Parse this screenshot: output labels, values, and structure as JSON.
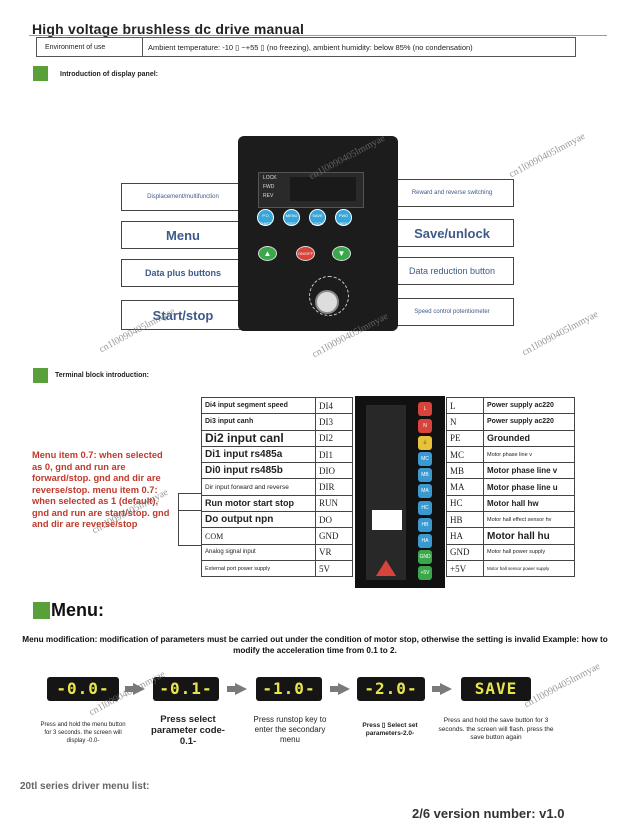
{
  "header": {
    "title": "High voltage brushless dc drive manual",
    "env_label": "Environment of use",
    "env_value": "Ambient temperature: -10 ▯ ~+55 ▯ (no freezing), ambient humidity: below 85% (no condensation)"
  },
  "display_section": {
    "heading": "Introduction of display panel:",
    "callouts_left": [
      "Displacement/multifunction",
      "Menu",
      "Data plus buttons",
      "Start/stop"
    ],
    "callouts_right": [
      "Reward and reverse switching",
      "Save/unlock",
      "Data reduction button",
      "Speed control potentiometer"
    ],
    "panel": {
      "indicators": [
        "LOCK",
        "FWD",
        "REV"
      ],
      "buttons_top": [
        "P.O SHIFT",
        "MENU ESC",
        "SAVE LOCK",
        "FWD REV"
      ],
      "button_up": "▲",
      "button_stop": "ON/OFF",
      "button_down": "▼"
    }
  },
  "terminal_section": {
    "heading": "Terminal block introduction:",
    "left_rows": [
      {
        "desc": "Di4 input segment speed",
        "code": "DI4"
      },
      {
        "desc": "Di3 input canh",
        "code": "DI3"
      },
      {
        "desc": "Di2 input canl",
        "code": "DI2"
      },
      {
        "desc": "Di1 input rs485a",
        "code": "DI1"
      },
      {
        "desc": "Di0 input rs485b",
        "code": "DIO"
      },
      {
        "desc": "Dir input forward and reverse",
        "code": "DIR"
      },
      {
        "desc": "Run motor start stop",
        "code": "RUN"
      },
      {
        "desc": "Do output npn",
        "code": "DO"
      },
      {
        "desc": "COM",
        "code": "GND"
      },
      {
        "desc": "Analog signal input",
        "code": "VR"
      },
      {
        "desc": "External port power supply",
        "code": "5V"
      }
    ],
    "right_rows": [
      {
        "code": "L",
        "desc": "Power supply ac220"
      },
      {
        "code": "N",
        "desc": "Power supply ac220"
      },
      {
        "code": "PE",
        "desc": "Grounded"
      },
      {
        "code": "MC",
        "desc": "Motor phase line v"
      },
      {
        "code": "MB",
        "desc": "Motor phase line v"
      },
      {
        "code": "MA",
        "desc": "Motor phase line u"
      },
      {
        "code": "HC",
        "desc": "Motor hall hw"
      },
      {
        "code": "HB",
        "desc": "Motor hall effect sensor hv"
      },
      {
        "code": "HA",
        "desc": "Motor hall hu"
      },
      {
        "code": "GND",
        "desc": "Motor hall power supply"
      },
      {
        "code": "+5V",
        "desc": "Motor hall sensor power supply"
      }
    ],
    "terminal_labels": [
      "L",
      "N",
      "⏚",
      "MC",
      "MB",
      "MA",
      "HC",
      "HB",
      "HA",
      "GND",
      "+5V"
    ],
    "note": "Menu item 0.7: when selected as 0, gnd and run are forward/stop. gnd and dir are reverse/stop. menu item 0.7: when selected as 1 (default), gnd and run are start/stop. gnd and dir are reverse/stop"
  },
  "menu_section": {
    "heading": "Menu:",
    "description": "Menu modification: modification of parameters must be carried out under the condition of motor stop, otherwise the setting is invalid Example: how to modify the acceleration time from 0.1 to 2.",
    "steps": [
      {
        "display": "-0.0-",
        "caption": "Press and hold the menu button for 3 seconds. the screen will display -0.0-"
      },
      {
        "display": "-0.1-",
        "caption": "Press select parameter code-0.1-"
      },
      {
        "display": "-1.0-",
        "caption": "Press runstop key to enter the secondary menu"
      },
      {
        "display": "-2.0-",
        "caption": "Press ▯ Select set parameters-2.0-"
      },
      {
        "display": "SAVE",
        "caption": "Press and hold the save button for 3 seconds. the screen will flash. press the save button again"
      }
    ]
  },
  "footer": {
    "list_title": "20tl series driver menu list:",
    "version": "2/6 version number: v1.0"
  },
  "watermark": "cn1l0090405lmmyae",
  "colors": {
    "accent_green": "#5aa03a",
    "callout_text": "#3c5a8a",
    "note_red": "#c0392b",
    "lcd_yellow": "#e8e64b",
    "button_blue": "#38a6d8"
  }
}
